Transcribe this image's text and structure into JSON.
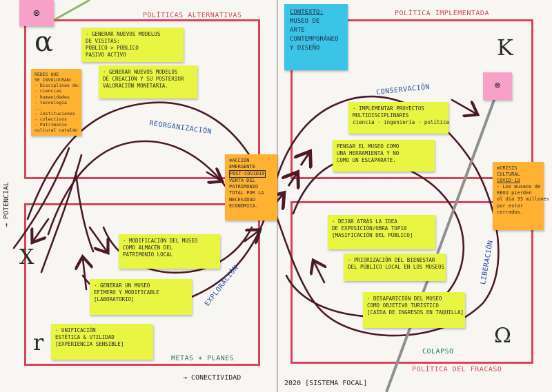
{
  "headings": {
    "politicas_alternativas": "POLÍTICAS ALTERNATIVAS",
    "politica_implementada": "POLÍTICA IMPLEMENTADA",
    "politica_fracaso": "POLÍTICA DEL FRACASO",
    "metas_planes": "METAS + PLANES",
    "colapso": "COLAPSO"
  },
  "greek": {
    "alpha": "α",
    "kappa": "K",
    "x": "X",
    "r": "r",
    "omega": "Ω"
  },
  "loop_labels": {
    "reorganizacion": "REORGANIZACIÓN",
    "conservacion": "CONSERVACIÓN",
    "exploracion": "EXPLORACIÓN",
    "liberacion": "LIBERACIÓN"
  },
  "axes": {
    "potencial": "→ POTENCIAL",
    "conectividad": "→ CONECTIVIDAD"
  },
  "bottom_label": "2020 [SISTEMA FOCAL]",
  "context_note": [
    "CONTEXTO:",
    "MUSEO DE",
    "ARTE",
    "CONTEMPORÁNEO",
    "Y DISEÑO"
  ],
  "pink_notes": [
    "⊗",
    "⊗"
  ],
  "notes": {
    "generar_visitas": [
      "· GENERAR NUEVOS MODELOS",
      "DE VISITAS:",
      "PÚBLICO    >  PÚBLICO",
      "PASIVO           ACTIVO"
    ],
    "generar_creacion": [
      "· GENERAR NUEVOS MODELOS",
      "DE CREACIÓN Y SU POSTERIOR",
      "VALORACIÓN MONETARIA."
    ],
    "redes": [
      "REDES QUE",
      "SE INVOLUCRAN:",
      "- Disciplinas de:",
      "  · ciencias",
      "  · humanidades",
      "  · tecnología",
      "  ...",
      "- instituciones",
      "- colectivos",
      "- Patrimonio",
      "  cultural catalán"
    ],
    "accion_emergente": [
      "⊗ACCIÓN",
      "EMERGENTE",
      "POST-COVID19",
      "",
      "VENTA DEL",
      "PATRIMONIO",
      "TOTAL POR LA",
      "NECESIDAD",
      "ECONÓMICA."
    ],
    "implementar": [
      "· IMPLEMENTAR PROYECTOS",
      "  MULTIDISCIPLINARES",
      "ciencia · ingeniería · política"
    ],
    "pensar_museo": [
      "PENSAR EL MUSEO COMO",
      "UNA HERRAMIENTA Y NO",
      "COMO UN ESCAPARATE."
    ],
    "crisis": [
      "⊗CRISIS",
      "CULTURAL",
      "COVID-19",
      "· Los museos de",
      "EEUU pierden",
      "al día 33 millones",
      "por estar",
      "cerrados."
    ],
    "modificacion": [
      "· MODIFICACIÓN DEL MUSEO",
      "COMO ALMACÉN DEL",
      "PATRIMONIO LOCAL"
    ],
    "generar_efimero": [
      "· GENERAR UN MUSEO",
      "EFÍMERO Y MODIFICABLE",
      "  [LABORATORIO]"
    ],
    "unificacion": [
      "· UNIFICACIÓN",
      "ESTÉTICA & UTILIDAD",
      "[EXPERIENCIA SENSIBLE]"
    ],
    "dejar_atras": [
      "· DEJAR ATRÁS LA IDEA",
      "DE EXPOSICIÓN/OBRA TOP10",
      "[MASIFICACIÓN DEL PÚBLICO]"
    ],
    "priorizacion": [
      "· PRIORIZACIÓN DEL BIENESTAR",
      "DEL PÚBLICO LOCAL EN LOS MUSEOS"
    ],
    "desaparicion": [
      "· DESAPARICIÓN DEL MUSEO",
      "COMO OBJETIVO TURÍSTICO",
      "[CAÍDA DE INGRESOS EN TAQUILLA]"
    ]
  },
  "colors": {
    "frame_red": "#d8455a",
    "loop_line": "#4a1a2a",
    "label_blue": "#2a4f9a",
    "label_green": "#1f7a6a",
    "sticky_yellow": "#e8f542",
    "sticky_orange": "#ffb232",
    "sticky_cyan": "#3cc4e6",
    "sticky_pink": "#f7a1c8"
  }
}
